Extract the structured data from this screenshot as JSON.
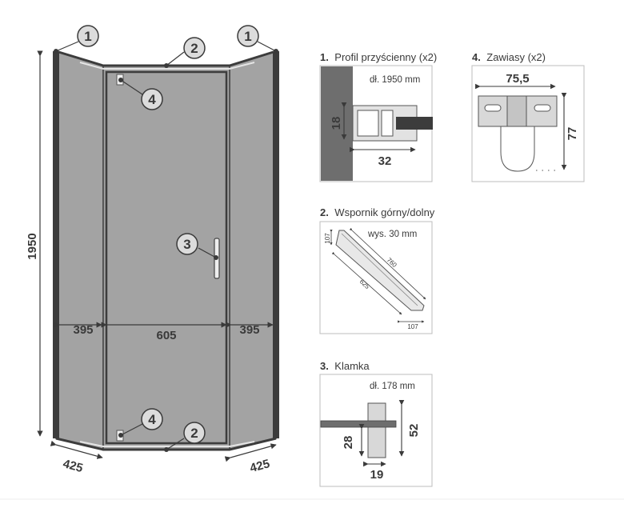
{
  "main_diagram": {
    "height_label": "1950",
    "door_width_label": "605",
    "side_left_label": "395",
    "side_right_label": "395",
    "base_left_label": "425",
    "base_right_label": "425",
    "callouts": {
      "wall_profile_left": "1",
      "wall_profile_right": "1",
      "bracket_top": "2",
      "bracket_bottom": "2",
      "handle": "3",
      "hinge_top": "4",
      "hinge_bottom": "4"
    }
  },
  "details": {
    "profile": {
      "number": "1.",
      "title": "Profil przyścienny (x2)",
      "length_note": "dł. 1950 mm",
      "dim_height": "18",
      "dim_width": "32"
    },
    "hinges": {
      "number": "4.",
      "title": "Zawiasy (x2)",
      "dim_width": "75,5",
      "dim_height": "77"
    },
    "bracket": {
      "number": "2.",
      "title": "Wspornik górny/dolny",
      "height_note": "wys. 30 mm",
      "dim_short_top": "107",
      "dim_long": "760",
      "dim_inner": "625",
      "dim_short_bottom": "107"
    },
    "handle": {
      "number": "3.",
      "title": "Klamka",
      "length_note": "dł. 178 mm",
      "dim_height": "52",
      "dim_inner": "28",
      "dim_width": "19"
    }
  },
  "colors": {
    "glass": "#a3a3a3",
    "frame": "#3c3c3c",
    "wall": "#6e6e6e",
    "light_part": "#d8d8d8",
    "border": "#bdbdbd"
  }
}
